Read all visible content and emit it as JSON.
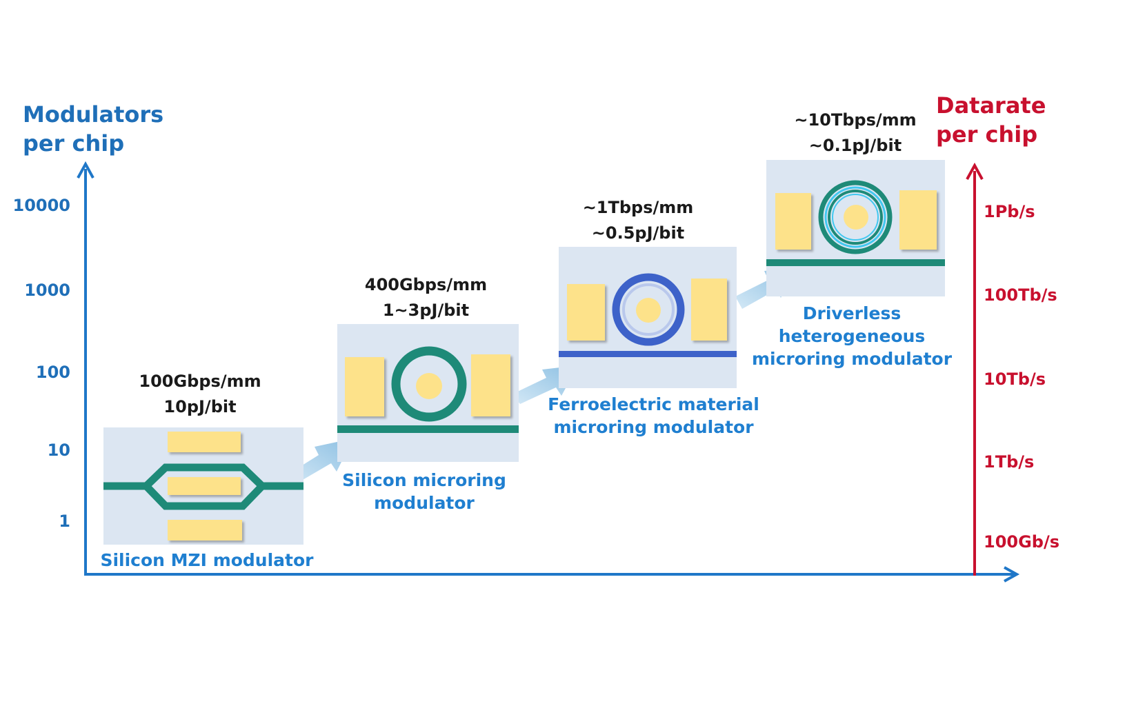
{
  "left_axis": {
    "title_line1": "Modulators",
    "title_line2": "per chip",
    "ticks": [
      "10000",
      "1000",
      "100",
      "10",
      "1"
    ],
    "color": "#1f6fb8"
  },
  "right_axis": {
    "title_line1": "Datarate",
    "title_line2": "per chip",
    "ticks": [
      "1Pb/s",
      "100Tb/s",
      "10Tb/s",
      "1Tb/s",
      "100Gb/s"
    ],
    "color": "#c8102e"
  },
  "stages": [
    {
      "name_lines": [
        "Silicon MZI modulator"
      ],
      "metric_line1": "100Gbps/mm",
      "metric_line2": "10pJ/bit",
      "waveguide_color": "#1e8a78"
    },
    {
      "name_lines": [
        "Silicon microring",
        "modulator"
      ],
      "metric_line1": "400Gbps/mm",
      "metric_line2": "1~3pJ/bit",
      "waveguide_color": "#1e8a78"
    },
    {
      "name_lines": [
        "Ferroelectric material",
        "microring modulator"
      ],
      "metric_line1": "~1Tbps/mm",
      "metric_line2": "~0.5pJ/bit",
      "waveguide_color": "#3d62c9"
    },
    {
      "name_lines": [
        "Driverless",
        "heterogeneous",
        "microring modulator"
      ],
      "metric_line1": "~10Tbps/mm",
      "metric_line2": "~0.1pJ/bit",
      "waveguide_color": "#1e8a78"
    }
  ],
  "colors": {
    "panel": "#dce6f2",
    "electrode": "#fde28a",
    "arrow": "#8ec3e3",
    "accent_cyan": "#41c8f0"
  }
}
